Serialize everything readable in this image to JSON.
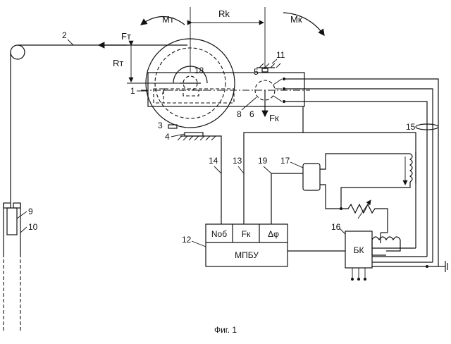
{
  "symbols": {
    "Mt": "Мт",
    "Mk": "Мк",
    "Rk": "Rk",
    "Rt": "Rт",
    "Ft": "Fт",
    "Fk": "Fк"
  },
  "numbers": [
    "1",
    "2",
    "3",
    "4",
    "5",
    "6",
    "7",
    "8",
    "9",
    "10",
    "11",
    "12",
    "13",
    "14",
    "15",
    "16",
    "17",
    "18",
    "19"
  ],
  "mpbu": {
    "name": "МПБУ",
    "cells": [
      "Nоб",
      "Fк",
      "Δφ"
    ]
  },
  "bk": {
    "name": "БК"
  },
  "caption": "Фиг. 1"
}
